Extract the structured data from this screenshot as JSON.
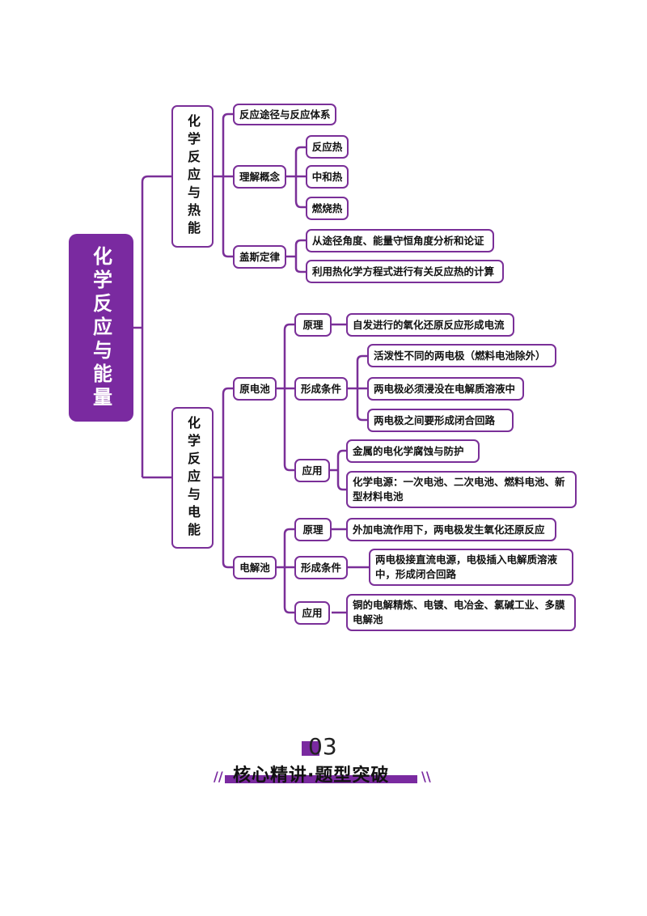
{
  "root": "化学反应与能量",
  "branch1": {
    "title": "化学反应与热能",
    "item1": "反应途径与反应体系",
    "item2": {
      "label": "理解概念",
      "children": [
        "反应热",
        "中和热",
        "燃烧热"
      ]
    },
    "item3": {
      "label": "盖斯定律",
      "children": [
        "从途径角度、能量守恒角度分析和论证",
        "利用热化学方程式进行有关反应热的计算"
      ]
    }
  },
  "branch2": {
    "title": "化学反应与电能",
    "galvanic": {
      "label": "原电池",
      "principle": {
        "label": "原理",
        "text": "自发进行的氧化还原反应形成电流"
      },
      "conditions": {
        "label": "形成条件",
        "children": [
          "活泼性不同的两电极（燃料电池除外）",
          "两电极必须浸没在电解质溶液中",
          "两电极之间要形成闭合回路"
        ]
      },
      "application": {
        "label": "应用",
        "children": [
          "金属的电化学腐蚀与防护",
          "化学电源：一次电池、二次电池、燃料电池、新型材料电池"
        ]
      }
    },
    "electrolytic": {
      "label": "电解池",
      "principle": {
        "label": "原理",
        "text": "外加电流作用下，两电极发生氧化还原反应"
      },
      "conditions": {
        "label": "形成条件",
        "text": "两电极接直流电源，电极插入电解质溶液中，形成闭合回路"
      },
      "application": {
        "label": "应用",
        "text": "铜的电解精炼、电镀、电冶金、氯碱工业、多膜电解池"
      }
    }
  },
  "section": {
    "number": "03",
    "title": "核心精讲·题型突破"
  },
  "colors": {
    "accent": "#7a2aa0",
    "border": "#7a2f98"
  }
}
